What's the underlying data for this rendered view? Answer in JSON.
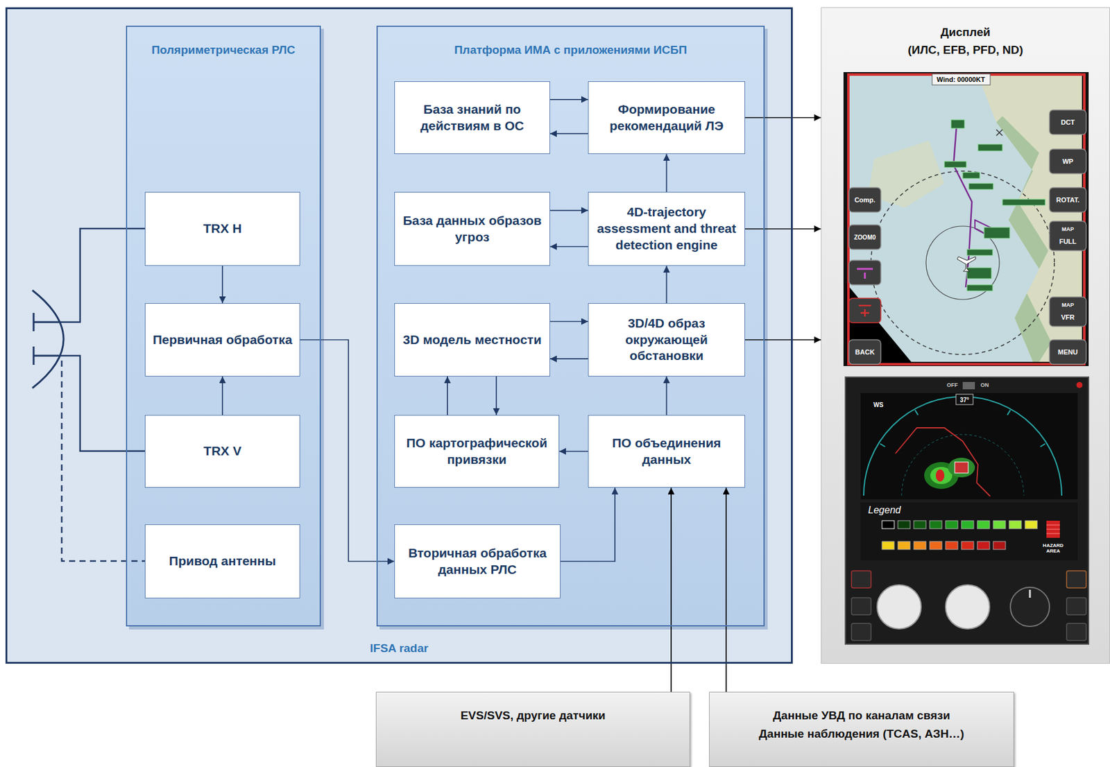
{
  "diagram": {
    "nodes": [
      {
        "text": [
          "IFSA radar"
        ]
      },
      {
        "text": [
          "Поляриметрическая РЛС"
        ],
        "in": 0
      },
      {
        "text": [
          "TRX H"
        ],
        "in": 1
      },
      {
        "text": [
          "Первичная обработка"
        ],
        "in": 1
      },
      {
        "text": [
          "TRX V"
        ],
        "in": 1
      },
      {
        "text": [
          "Привод антенны"
        ],
        "in": 1
      },
      {
        "text": [
          "Платформа ИМА с приложениями ИСБП"
        ],
        "in": 0
      },
      {
        "text": [
          "База знаний по действиям в ОС"
        ],
        "in": 6
      },
      {
        "text": [
          "Формирование рекомендаций ЛЭ"
        ],
        "in": 6
      },
      {
        "text": [
          "База данных образов угроз"
        ],
        "in": 6
      },
      {
        "text": [
          "4D-trajectory assessment and threat detection engine"
        ],
        "in": 6
      },
      {
        "text": [
          "3D модель местности"
        ],
        "in": 6
      },
      {
        "text": [
          "3D/4D образ окружающей обстановки"
        ],
        "in": 6
      },
      {
        "text": [
          "ПО картографической привязки"
        ],
        "in": 6
      },
      {
        "text": [
          "ПО объединения данных"
        ],
        "in": 6
      },
      {
        "text": [
          "Вторичная обработка данных РЛС"
        ],
        "in": 6
      },
      {
        "text": [
          "Дисплей",
          "(ИЛС, EFB, PFD, ND)"
        ]
      },
      {
        "text": [
          "EVS/SVS, другие датчики"
        ]
      },
      {
        "text": [
          "Данные УВД по каналам связи",
          "Данные наблюдения (TCAS, АЗН…)"
        ]
      }
    ],
    "edges": [
      {
        "from": 2,
        "to": 3,
        "arrow": "to"
      },
      {
        "from": 4,
        "to": 3,
        "arrow": "to"
      },
      {
        "from": 3,
        "to": 15,
        "arrow": "to"
      },
      {
        "from": 15,
        "to": 14,
        "arrow": "to"
      },
      {
        "from": 14,
        "to": 13,
        "arrow": "to"
      },
      {
        "from": 13,
        "to": 11,
        "arrow": "to"
      },
      {
        "from": 11,
        "to": 13,
        "arrow": "to"
      },
      {
        "from": 11,
        "to": 12,
        "arrow": "to"
      },
      {
        "from": 12,
        "to": 11,
        "arrow": "to"
      },
      {
        "from": 14,
        "to": 12,
        "arrow": "to"
      },
      {
        "from": 12,
        "to": 10,
        "arrow": "to"
      },
      {
        "from": 9,
        "to": 10,
        "arrow": "to"
      },
      {
        "from": 10,
        "to": 9,
        "arrow": "to"
      },
      {
        "from": 10,
        "to": 8,
        "arrow": "to"
      },
      {
        "from": 7,
        "to": 8,
        "arrow": "to"
      },
      {
        "from": 8,
        "to": 7,
        "arrow": "to"
      },
      {
        "from": 8,
        "to": 16,
        "arrow": "to"
      },
      {
        "from": 10,
        "to": 16,
        "arrow": "to"
      },
      {
        "from": 12,
        "to": 16,
        "arrow": "to"
      },
      {
        "from": 17,
        "to": 14,
        "arrow": "to"
      },
      {
        "from": 18,
        "to": 14,
        "arrow": "to"
      }
    ],
    "labels": [
      "Wind: 00000KT",
      "DCT",
      "WP",
      "ROTAT.",
      "MAP",
      "FULL",
      "MAP",
      "VFR",
      "Comp.",
      "ZOOM0",
      "BACK",
      "MENU",
      "OFF",
      "ON",
      "37°",
      "WS",
      "Legend",
      "HAZARD AREA"
    ]
  }
}
